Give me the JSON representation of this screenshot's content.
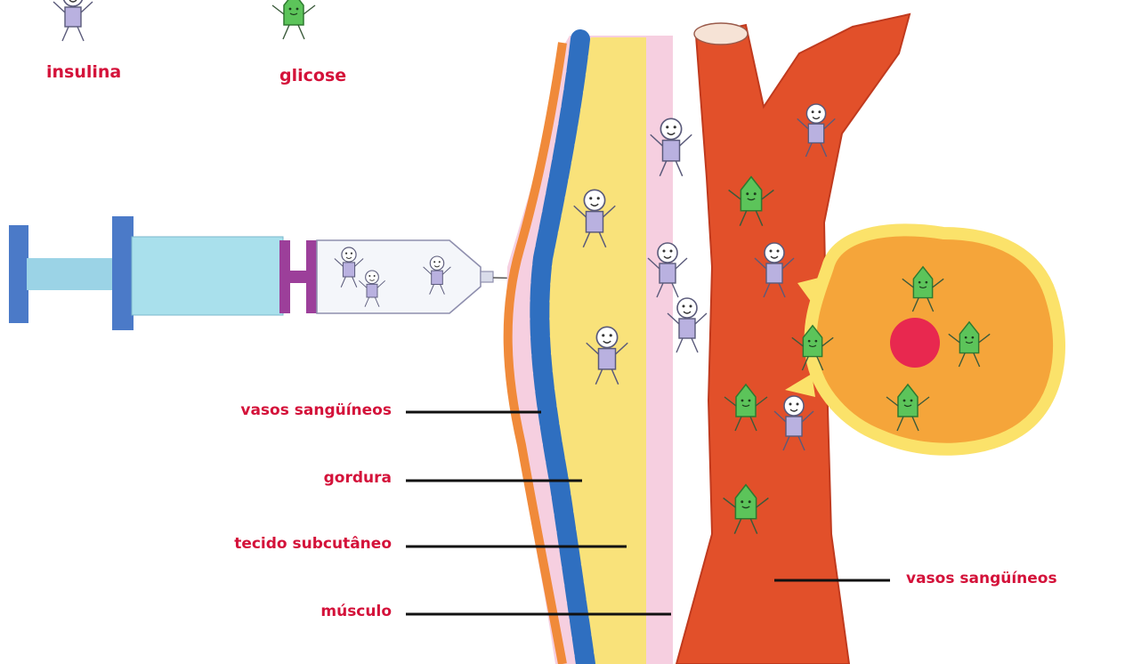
{
  "legend": {
    "insulin_label": "insulina",
    "glucose_label": "glicose"
  },
  "labels": {
    "vessels_left": "vasos sangüíneos",
    "fat": "gordura",
    "subcutaneous": "tecido subcutâneo",
    "muscle": "músculo",
    "vessels_right": "vasos sangüíneos"
  },
  "colors": {
    "label_text": "#d4123a",
    "skin": "#f08a3a",
    "vein_blue": "#2f6fc0",
    "fat_yellow": "#f9e27a",
    "subcutaneous_pink": "#f6cfe0",
    "vessel_red": "#e2502a",
    "cell_orange": "#f5a53a",
    "nucleus": "#e8284f",
    "glucose_green": "#5cc45a",
    "insulin_purple": "#8a7fc0",
    "syringe_blue": "#4b7ac8"
  }
}
